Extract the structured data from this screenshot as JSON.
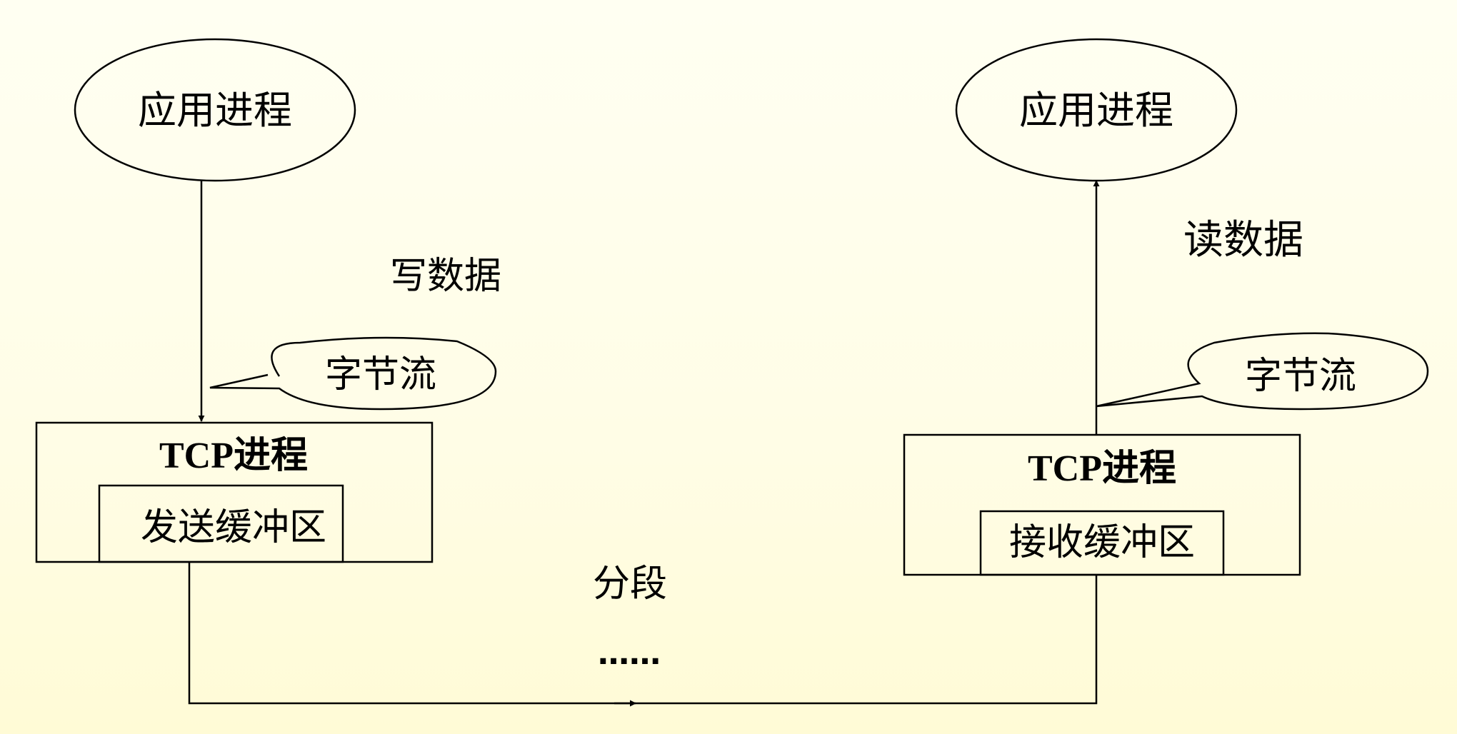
{
  "sender": {
    "app_process": "应用进程",
    "write_label": "写数据",
    "byte_stream": "字节流",
    "tcp_process": "TCP进程",
    "buffer": "发送缓冲区"
  },
  "receiver": {
    "app_process": "应用进程",
    "read_label": "读数据",
    "byte_stream": "字节流",
    "tcp_process": "TCP进程",
    "buffer": "接收缓冲区"
  },
  "segment_label": "分段",
  "ellipsis": "……"
}
